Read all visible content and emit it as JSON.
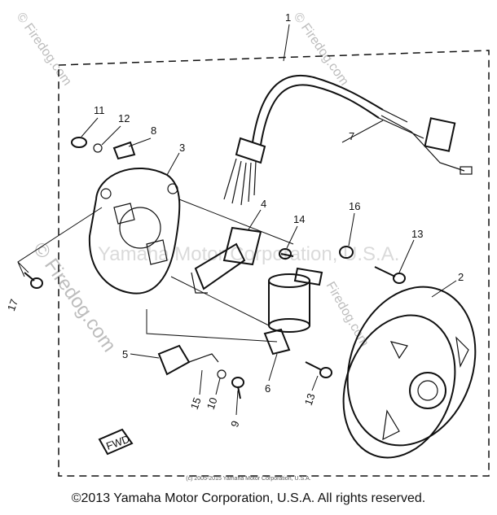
{
  "diagram": {
    "labels": {
      "p1": "1",
      "p2": "2",
      "p3": "3",
      "p4": "4",
      "p5": "5",
      "p6": "6",
      "p7": "7",
      "p8": "8",
      "p9": "9",
      "p10": "10",
      "p11": "11",
      "p12": "12",
      "p13a": "13",
      "p13b": "13",
      "p14": "14",
      "p15": "15",
      "p16": "16",
      "p17": "17"
    },
    "fwd_mark": "FWD",
    "watermarks": {
      "top_left": "© Firedog.com",
      "top_right": "© Firedog.com",
      "left": "© Firedog.com",
      "center": "Yamaha Motor Corporation, U.S.A.",
      "right": "Firedog.com"
    }
  },
  "footer": {
    "small_copyright": "(c) 2005-2015 Yamaha Motor Corporation, U.S.A.",
    "copyright": "©2013 Yamaha Motor Corporation, U.S.A. All rights reserved."
  }
}
